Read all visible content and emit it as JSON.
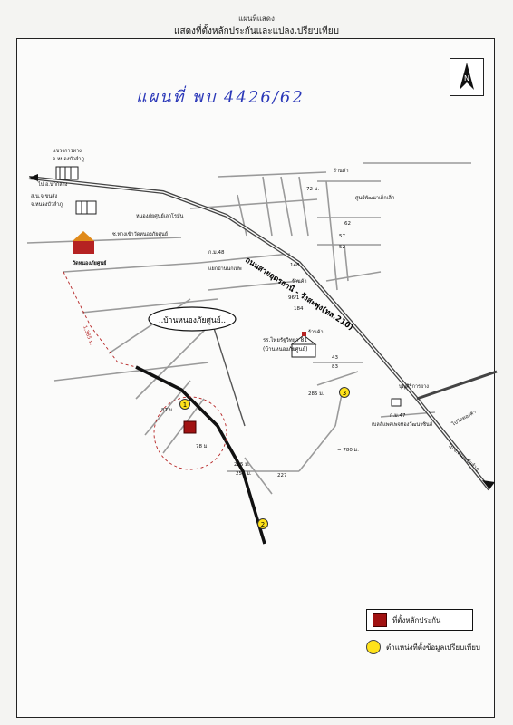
{
  "header": {
    "top": "แผนที่แสดง",
    "title": "แสดงที่ตั้งหลักประกันและแปลงเปรียบเทียบ"
  },
  "handwriting": "แผนที่ พบ 4426/62",
  "compass": {
    "icon": "north-arrow-icon",
    "label": "N"
  },
  "map": {
    "village_label": "..บ้านหนองภัยศูนย์..",
    "road_main": "ถนนสายอุดรธานี - วังสะพุง(ทล.210)",
    "labels": {
      "highway_office": "แขวงการทาง",
      "highway_office_place": "จ.หนองบัวลำภู",
      "to_udon": "ไป อ.นากลาง",
      "office2_a": "ส.น.จ.ขนส่ง",
      "office2_b": "จ.หนองบัวลำภู",
      "health_center": "หนองภัยศูนย์เลาโรมัน",
      "temple_entry": "ซ.ทางเข้าวัดหนองภัยศูนย์",
      "temple": "วัดหนองภัยศูนย์",
      "km48": "ก.ม.48",
      "subroad": "แยกบ้านนกเทพ",
      "dist_1385": "1,385 ม.",
      "shop1": "ร้านค้า",
      "n72": "72 ม.",
      "motor": "ศูนย์พัฒนาเด็กเล็ก",
      "n62": "62",
      "n57": "57",
      "n52": "52",
      "n148": "148",
      "school_shop": "ร้านค้า",
      "n96": "96/1",
      "n184": "184",
      "shop2": "ร้านค้า",
      "school_a": "รร.ไทยรัฐวิทยา 81",
      "school_b": "(บ้านหนองภัยศูนย์)",
      "n43": "43",
      "n83": "83",
      "n87": "87 ม.",
      "n78": "78 ม.",
      "n285": "285 ม.",
      "n780": "= 780 ม.",
      "n225": "225 ม.",
      "n250": "250 ม.",
      "n227": "227",
      "village_office": "บุญศิริการยาง",
      "km47": "ก.ม.47",
      "gas_station": "เบลล์แพคเพจทองวัฒนาซินส์",
      "to_nongbua": "ไป จ.หนองบัวลำภู",
      "bypass": "ไปวัดทองคำ",
      "pin1": "1",
      "pin2": "2",
      "pin3": "3"
    }
  },
  "legend": {
    "collateral": "ที่ตั้งหลักประกัน",
    "comparison": "ตำแหน่งที่ตั้งข้อมูลเปรียบเทียบ",
    "collateral_color": "#a11212",
    "comparison_color": "#ffe21a"
  }
}
